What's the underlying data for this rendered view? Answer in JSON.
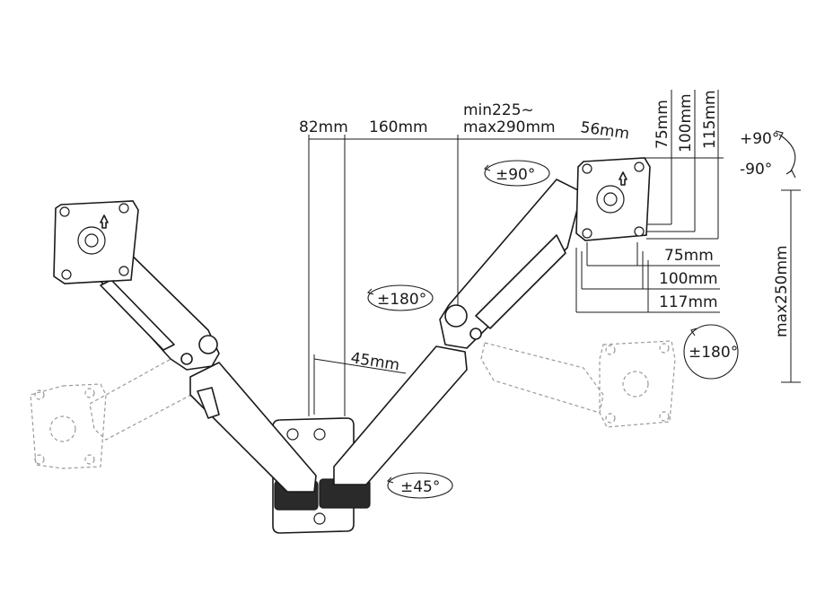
{
  "labels": {
    "arm_reach": "82mm",
    "arm_segment": "160mm",
    "extension": "min225~",
    "extension_max": "max290mm",
    "head_offset": "56mm",
    "vesa_v1": "75mm",
    "vesa_v2": "100mm",
    "vesa_v3": "115mm",
    "vesa_h1": "75mm",
    "vesa_h2": "100mm",
    "vesa_h3": "117mm",
    "pole_offset": "45mm",
    "height_max": "max250mm"
  },
  "rotations": {
    "tilt_up": "+90°",
    "tilt_down": "-90°",
    "swivel_head": "±90°",
    "swivel_arm": "±180°",
    "pivot_monitor": "±180°",
    "base_swivel": "±45°"
  },
  "icons": [
    "up-arrow-icon",
    "rotation-arrow-icon"
  ],
  "colors": {
    "line": "#1a1a1a",
    "ghost": "#9a9a9a",
    "background": "#ffffff"
  }
}
